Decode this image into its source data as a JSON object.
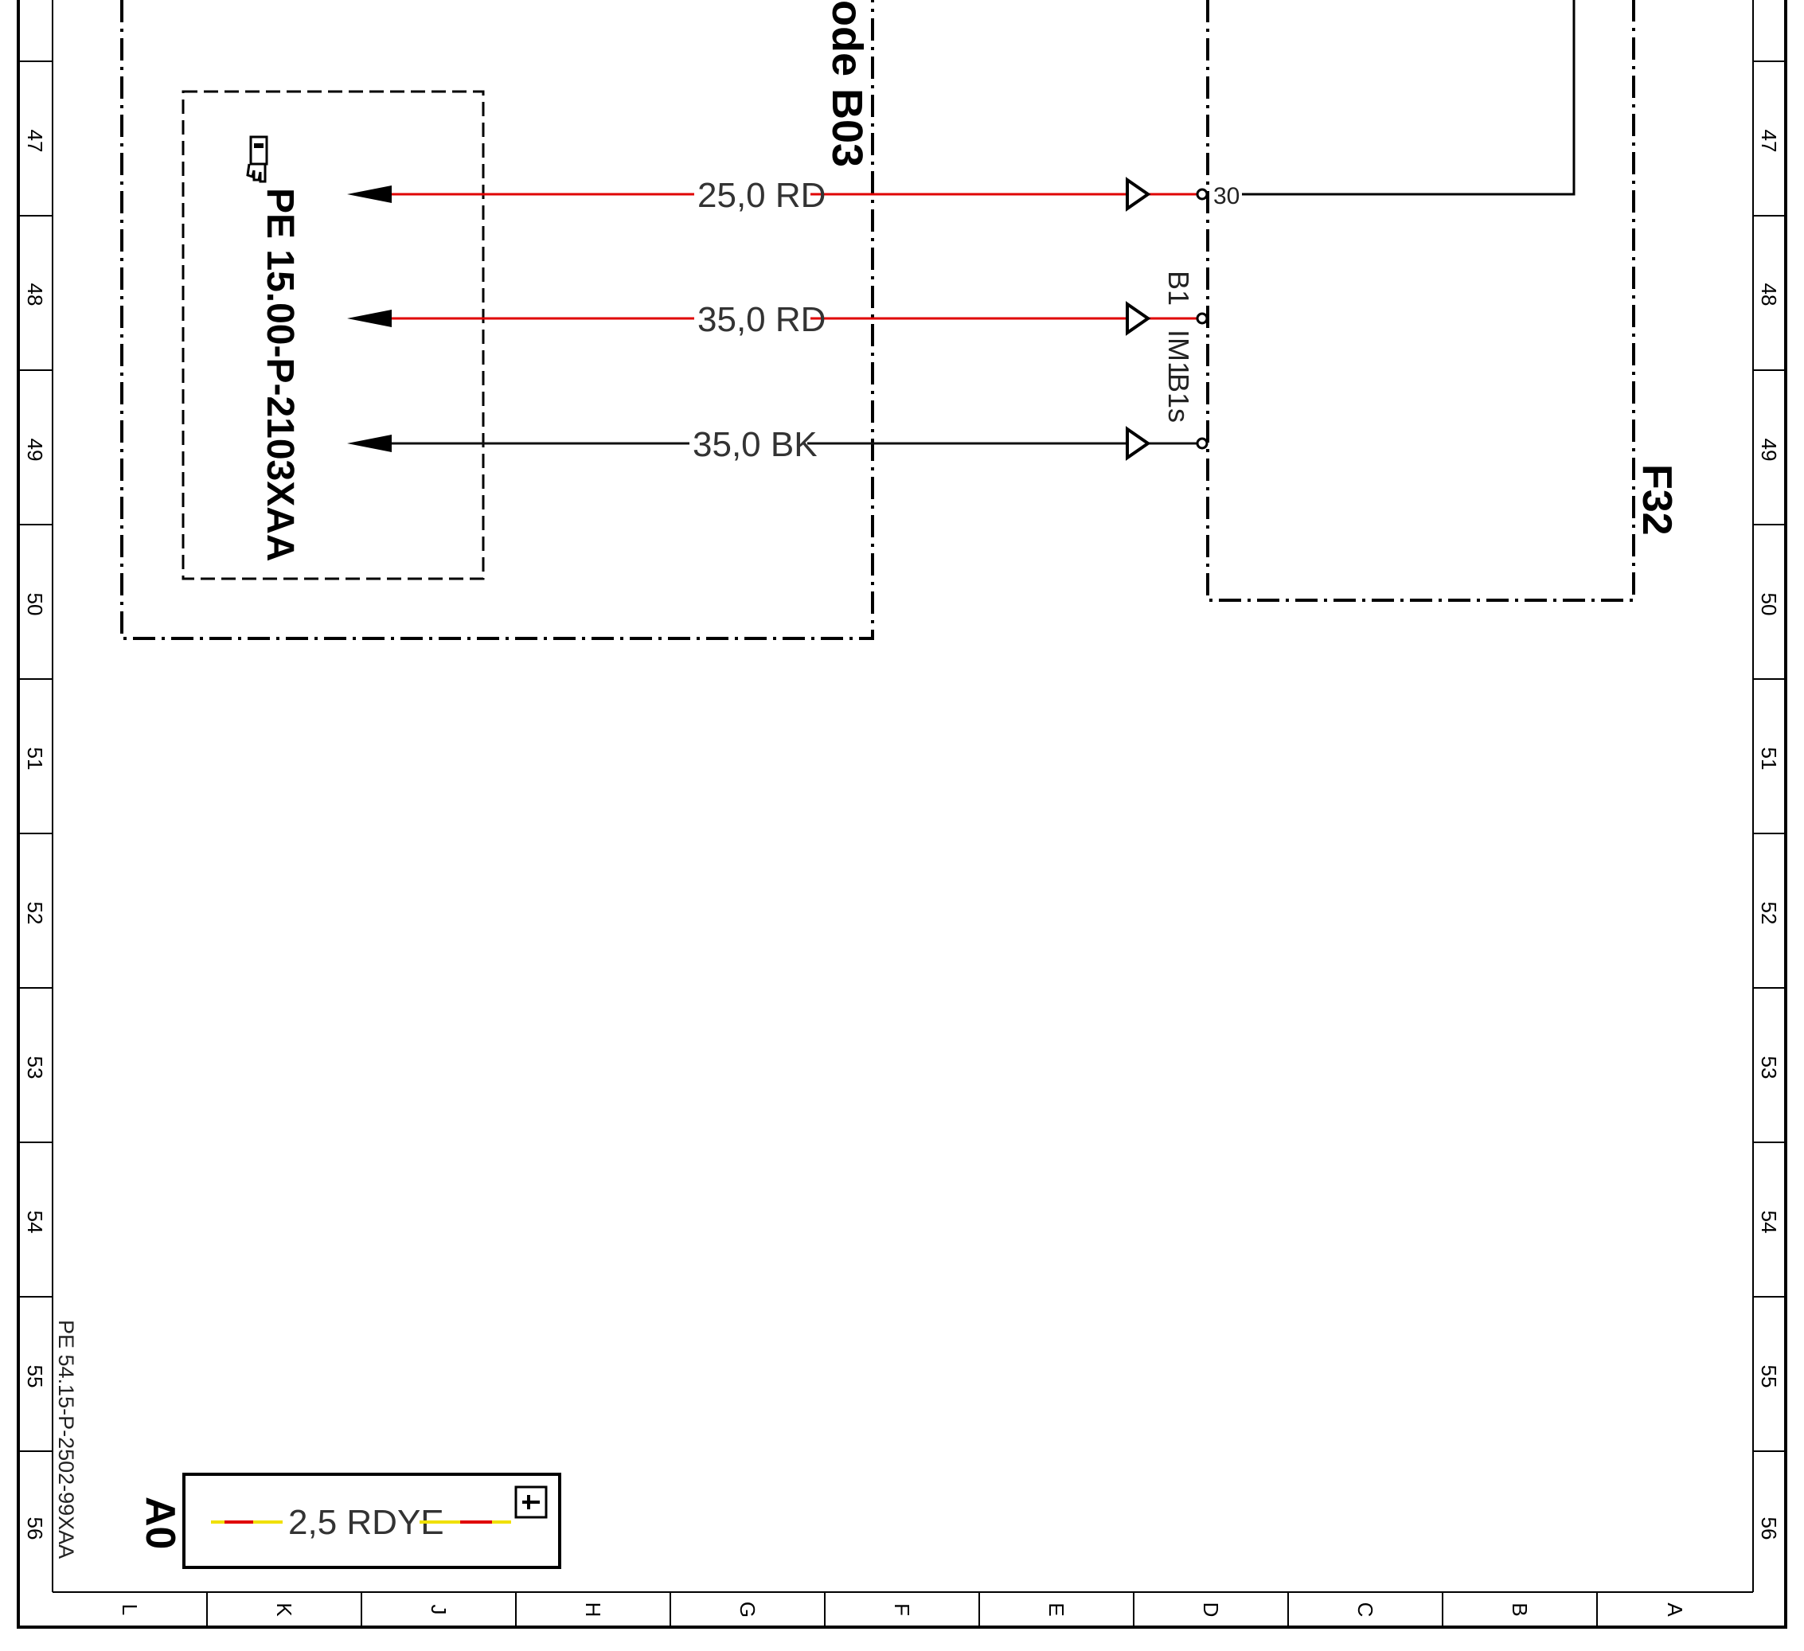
{
  "rows": [
    "47",
    "48",
    "49",
    "50",
    "51",
    "52",
    "53",
    "54",
    "55",
    "56"
  ],
  "columns": [
    "L",
    "K",
    "J",
    "H",
    "G",
    "F",
    "E",
    "D",
    "C",
    "B",
    "A"
  ],
  "module_label": "ode B03",
  "ref_page": "PE 15.00-P-2103XAA",
  "fuse_label": "F32",
  "wires": [
    {
      "label": "25,0 RD",
      "color": "#e00000",
      "pin": "IM1",
      "terminal": "30"
    },
    {
      "label": "35,0 RD",
      "color": "#e00000",
      "pin": "B1",
      "terminal": ""
    },
    {
      "label": "35,0 BK",
      "color": "#111111",
      "pin": "B1s",
      "terminal": ""
    }
  ],
  "legend": {
    "id": "A0",
    "wire_label": "2,5 RDYE",
    "primary_color": "#e00000",
    "stripe_color": "#f0e000",
    "symbol": "fuse-symbol-icon"
  },
  "doc_ref": "PE 54.15-P-2502-99XAA",
  "icons": {
    "pointer": "pointing-hand-icon"
  }
}
